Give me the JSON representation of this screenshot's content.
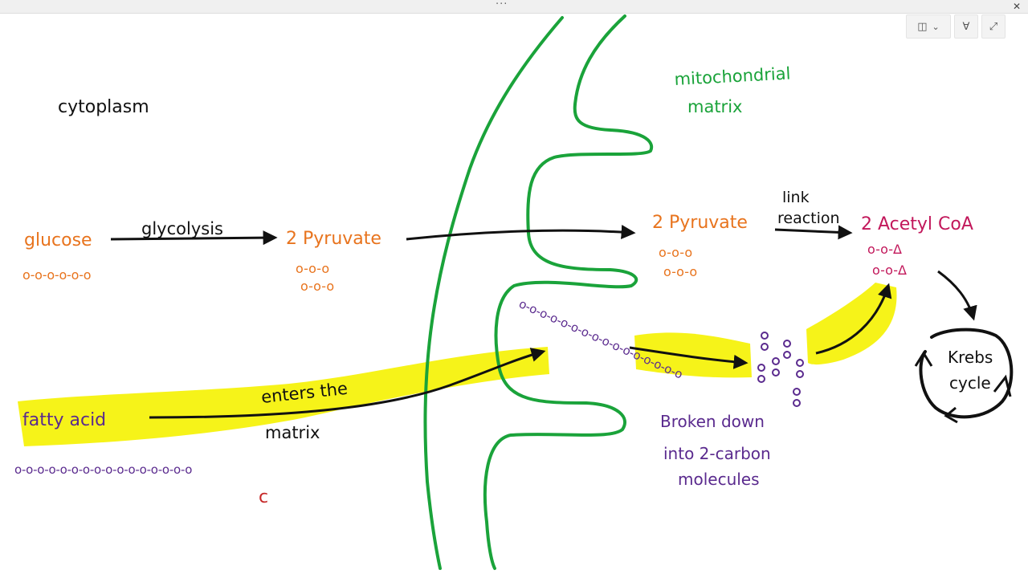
{
  "window": {
    "drag_handle": "···",
    "close_glyph": "✕"
  },
  "toolbar": {
    "layout_glyph": "◫",
    "layout_chevron": "⌄",
    "pen_glyph": "∀",
    "expand_glyph": "⤢"
  },
  "colors": {
    "membrane": "#1aa33a",
    "orange": "#e8741e",
    "purple": "#5a2a8e",
    "magenta": "#c2185b",
    "highlight": "#f6f20d",
    "ink": "#111111",
    "red": "#c62828"
  },
  "labels": {
    "cytoplasm": "cytoplasm",
    "matrix_line1": "mitochondrial",
    "matrix_line2": "matrix",
    "glucose": "glucose",
    "glucose_chain": "o-o-o-o-o-o",
    "glycolysis": "glycolysis",
    "pyruvate_left": "2 Pyruvate",
    "pyruvate_left_chain1": "o-o-o",
    "pyruvate_left_chain2": "o-o-o",
    "pyruvate_right": "2 Pyruvate",
    "pyruvate_right_chain1": "o-o-o",
    "pyruvate_right_chain2": "o-o-o",
    "link_line1": "link",
    "link_line2": "reaction",
    "acetyl": "2 Acetyl CoA",
    "acetyl_chain1": "o-o-Δ",
    "acetyl_chain2": "o-o-Δ",
    "krebs_line1": "Krebs",
    "krebs_line2": "cycle",
    "fatty_acid": "fatty acid",
    "fatty_chain": "o-o-o-o-o-o-o-o-o-o-o-o-o-o-o-o",
    "enters_line1": "enters the",
    "enters_line2": "matrix",
    "broken_line1": "Broken down",
    "broken_line2": "into 2-carbon",
    "broken_line3": "molecules",
    "stray_mark": "c"
  }
}
